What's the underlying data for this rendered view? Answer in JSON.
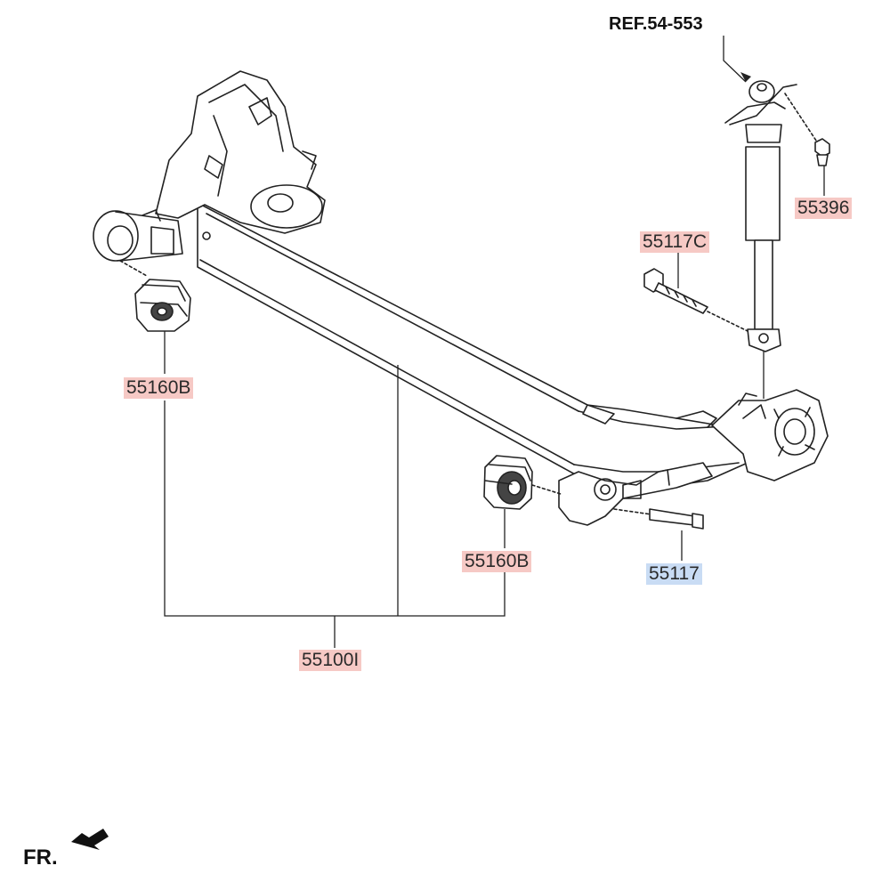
{
  "ref_label": "REF.54-553",
  "front_indicator": "FR.",
  "parts": {
    "p55396": {
      "code": "55396",
      "state": "not-highlighted",
      "color": "#f6c9c5"
    },
    "p55117C": {
      "code": "55117C",
      "state": "not-highlighted",
      "color": "#f6c9c5"
    },
    "p55160B_left": {
      "code": "55160B",
      "state": "not-highlighted",
      "color": "#f6c9c5"
    },
    "p55160B_right": {
      "code": "55160B",
      "state": "not-highlighted",
      "color": "#f6c9c5"
    },
    "p55117": {
      "code": "55117",
      "state": "highlighted",
      "color": "#c9dcf4"
    },
    "p55100I": {
      "code": "55100I",
      "state": "not-highlighted",
      "color": "#f6c9c5"
    }
  }
}
